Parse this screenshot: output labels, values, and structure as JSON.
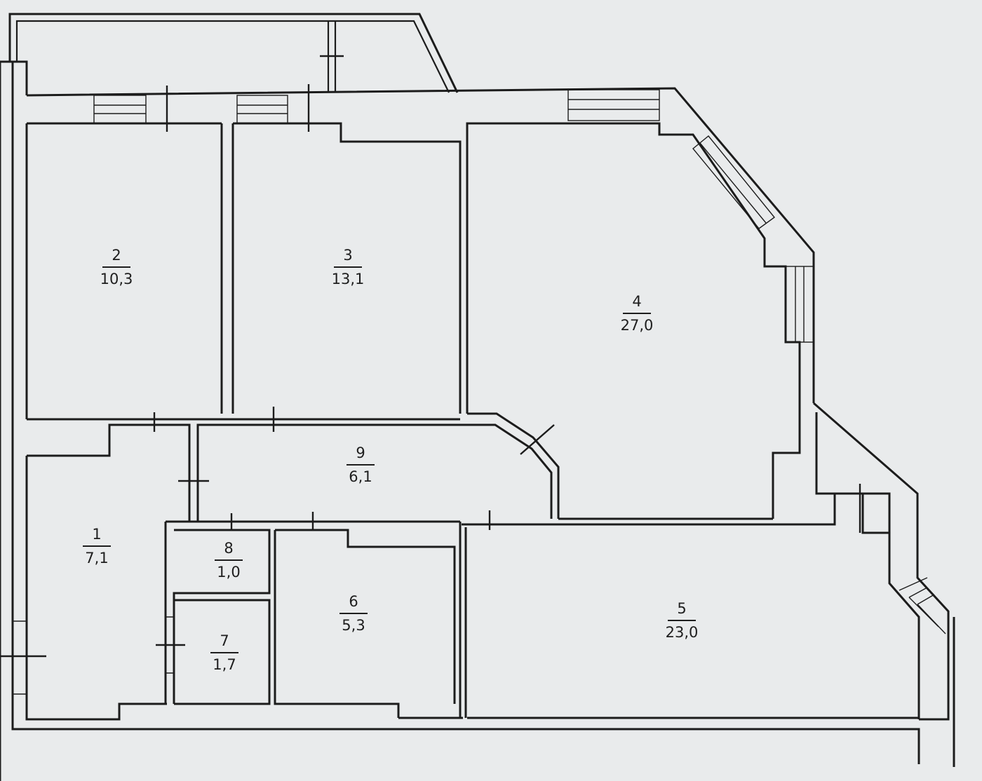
{
  "rooms": [
    {
      "id": "room-1",
      "number": "1",
      "area": "7,1"
    },
    {
      "id": "room-2",
      "number": "2",
      "area": "10,3"
    },
    {
      "id": "room-3",
      "number": "3",
      "area": "13,1"
    },
    {
      "id": "room-4",
      "number": "4",
      "area": "27,0"
    },
    {
      "id": "room-5",
      "number": "5",
      "area": "23,0"
    },
    {
      "id": "room-6",
      "number": "6",
      "area": "5,3"
    },
    {
      "id": "room-7",
      "number": "7",
      "area": "1,7"
    },
    {
      "id": "room-8",
      "number": "8",
      "area": "1,0"
    },
    {
      "id": "room-9",
      "number": "9",
      "area": "6,1"
    }
  ],
  "colors": {
    "paper": "#e9ebec",
    "line": "#1c1c1c"
  }
}
